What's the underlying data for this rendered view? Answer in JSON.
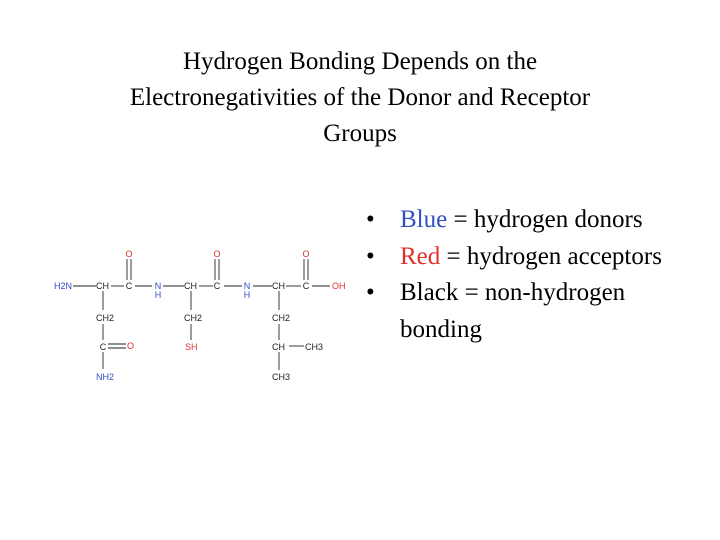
{
  "slide": {
    "title_lines": [
      "Hydrogen Bonding Depends on the",
      "Electronegativities of the Donor and Receptor",
      "Groups"
    ]
  },
  "molecule": {
    "labels": {
      "o1": "O",
      "o2": "O",
      "o3": "O",
      "h2n": "H2N",
      "ch1": "CH",
      "c1": "C",
      "n1": "N",
      "h1": "H",
      "ch2": "CH",
      "c2": "C",
      "n2": "N",
      "h2": "H",
      "ch3": "CH",
      "c3": "C",
      "oh": "OH",
      "ch2a": "CH2",
      "ch2b": "CH2",
      "ch2c": "CH2",
      "c4": "C",
      "o4": "O",
      "sh": "SH",
      "ch4": "CH",
      "ch3a": "CH3",
      "nh2": "NH2",
      "ch3b": "CH3"
    },
    "colors": {
      "donor": "#2f4fc4",
      "acceptor": "#e0302a",
      "neutral": "#222222"
    }
  },
  "bullets": [
    {
      "dot": "•",
      "colored_word": "Blue",
      "color": "#2f4fc4",
      "rest": " = hydrogen donors"
    },
    {
      "dot": "•",
      "colored_word": "Red",
      "color": "#e0302a",
      "rest": " = hydrogen acceptors"
    },
    {
      "dot": "•",
      "colored_word": "",
      "color": "#000000",
      "rest": "Black = non-hydrogen bonding"
    }
  ]
}
